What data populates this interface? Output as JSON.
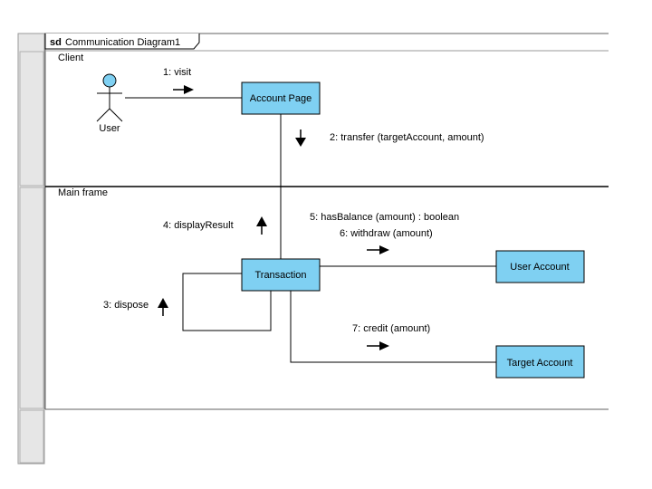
{
  "diagram": {
    "frame_keyword": "sd",
    "title": "Communication Diagram1"
  },
  "partitions": [
    {
      "label": "Client"
    },
    {
      "label": "Main frame"
    }
  ],
  "actor": {
    "label": "User"
  },
  "lifelines": {
    "account_page": "Account Page",
    "transaction": "Transaction",
    "user_account": "User Account",
    "target_account": "Target Account"
  },
  "messages": {
    "m1": "1: visit",
    "m2": "2: transfer (targetAccount, amount)",
    "m3": "3: dispose",
    "m4": "4: displayResult",
    "m5": "5: hasBalance (amount) : boolean",
    "m6": "6: withdraw (amount)",
    "m7": "7: credit (amount)"
  },
  "colors": {
    "box_fill": "#7fd0f2",
    "actor_head_fill": "#7fd0f2",
    "stroke": "#000000",
    "gutter": "#e6e6e6",
    "frame_border": "#606060"
  }
}
